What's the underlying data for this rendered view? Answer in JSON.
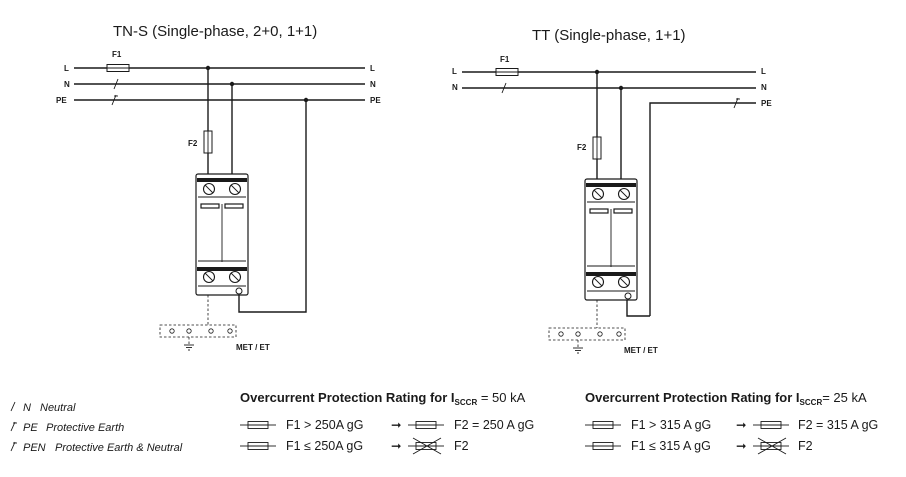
{
  "left_diagram": {
    "title": "TN-S (Single-phase, 2+0, 1+1)",
    "lines": {
      "l": "L",
      "n": "N",
      "pe": "PE"
    },
    "f1": "F1",
    "f2": "F2",
    "earth_label": "MET / ET"
  },
  "right_diagram": {
    "title": "TT (Single-phase, 1+1)",
    "lines": {
      "l": "L",
      "n": "N",
      "pe": "PE"
    },
    "f1": "F1",
    "f2": "F2",
    "earth_label": "MET / ET"
  },
  "legend": [
    {
      "symbol": "N",
      "label": "Neutral"
    },
    {
      "symbol": "PE",
      "label": "Protective Earth"
    },
    {
      "symbol": "PEN",
      "label": "Protective Earth & Neutral"
    }
  ],
  "rating_left": {
    "heading": "Overcurrent Protection Rating for I",
    "heading_sub": "SCCR",
    "heading_value": " = 50 kA",
    "rule1_f1": "F1 >  250A gG",
    "rule1_f2": "F2 =  250 A gG",
    "rule2_f1": "F1 ≤  250A gG",
    "rule2_f2": "F2"
  },
  "rating_right": {
    "heading": "Overcurrent Protection Rating for I",
    "heading_sub": "SCCR",
    "heading_value": "= 25 kA",
    "rule1_f1": "F1 >  315 A gG",
    "rule1_f2": "F2 =  315 A gG",
    "rule2_f1": "F1 ≤  315 A gG",
    "rule2_f2": "F2"
  }
}
